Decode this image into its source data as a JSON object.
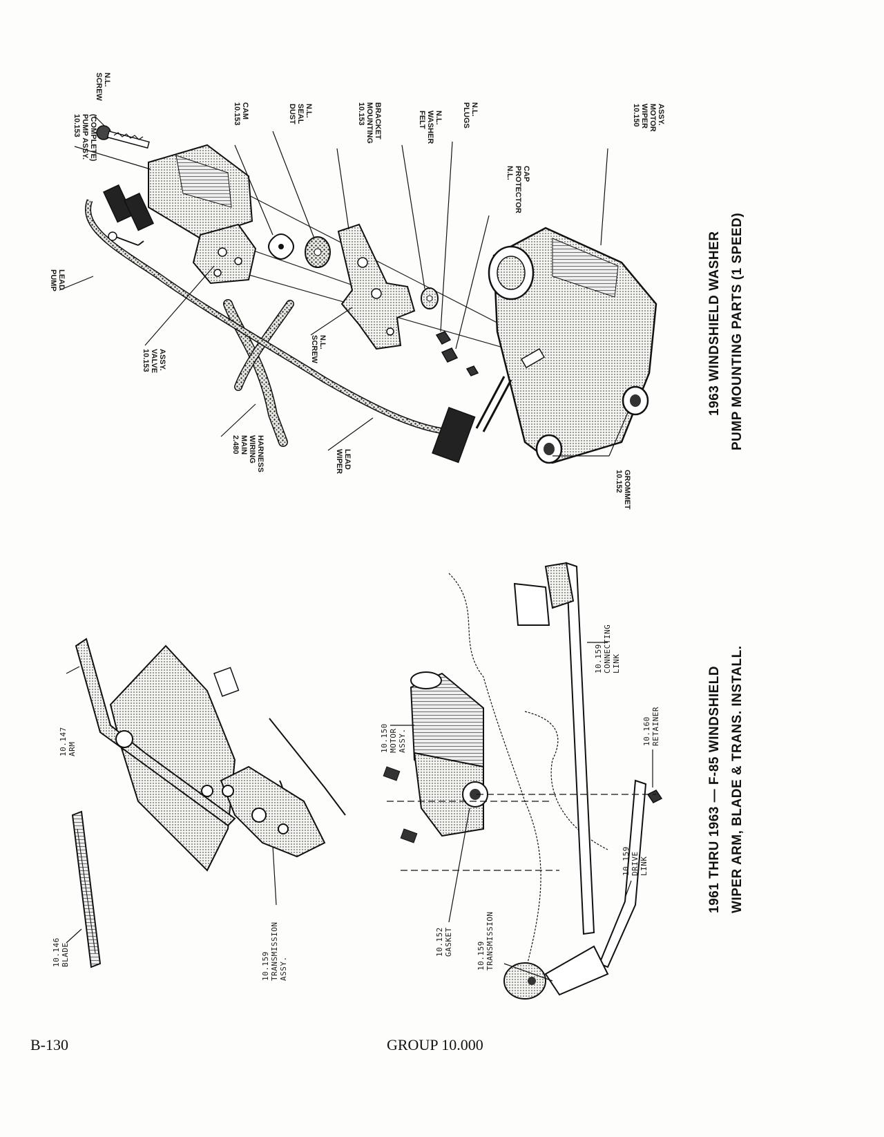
{
  "page": {
    "number": "B-130",
    "group": "GROUP 10.000"
  },
  "figures": {
    "washer_pump": {
      "title_line1": "1963 WINDSHIELD WASHER",
      "title_line2": "PUMP MOUNTING PARTS (1 SPEED)",
      "labels": [
        [
          "SCREW",
          "N.L."
        ],
        [
          "10.153",
          "PUMP ASSY.",
          "(COMPLETE)"
        ],
        [
          "10.153",
          "CAM"
        ],
        [
          "DUST",
          "SEAL",
          "N.L."
        ],
        [
          "10.153",
          "MOUNTING",
          "BRACKET"
        ],
        [
          "FELT",
          "WASHER",
          "N.L."
        ],
        [
          "PLUGS",
          "N.L."
        ],
        [
          "10.150",
          "WIPER",
          "MOTOR",
          "ASSY."
        ],
        [
          "N.L.",
          "PROTECTOR",
          "CAP"
        ],
        [
          "PUMP",
          "LEAD"
        ],
        [
          "10.153",
          "VALVE",
          "ASSY."
        ],
        [
          "SCREW",
          "N.L."
        ],
        [
          "2.480",
          "MAIN",
          "WIRING",
          "HARNESS"
        ],
        [
          "WIPER",
          "LEAD"
        ],
        [
          "10.152",
          "GROMMET"
        ]
      ]
    },
    "wiper_arm": {
      "title_line1": "1961 THRU 1963 — F-85 WINDSHIELD",
      "title_line2": "WIPER ARM, BLADE & TRANS. INSTALL.",
      "labels": [
        [
          "10.147",
          "ARM"
        ],
        [
          "10.146",
          "BLADE"
        ],
        [
          "10.159",
          "TRANSMISSION",
          "ASSY."
        ],
        [
          "10.150",
          "MOTOR",
          "ASSY."
        ],
        [
          "10.159",
          "CONNECTING",
          "LINK"
        ],
        [
          "10.160",
          "RETAINER"
        ],
        [
          "10.159",
          "DRIVE",
          "LINK"
        ],
        [
          "10.152",
          "GASKET"
        ],
        [
          "10.159",
          "TRANSMISSION"
        ]
      ]
    }
  }
}
